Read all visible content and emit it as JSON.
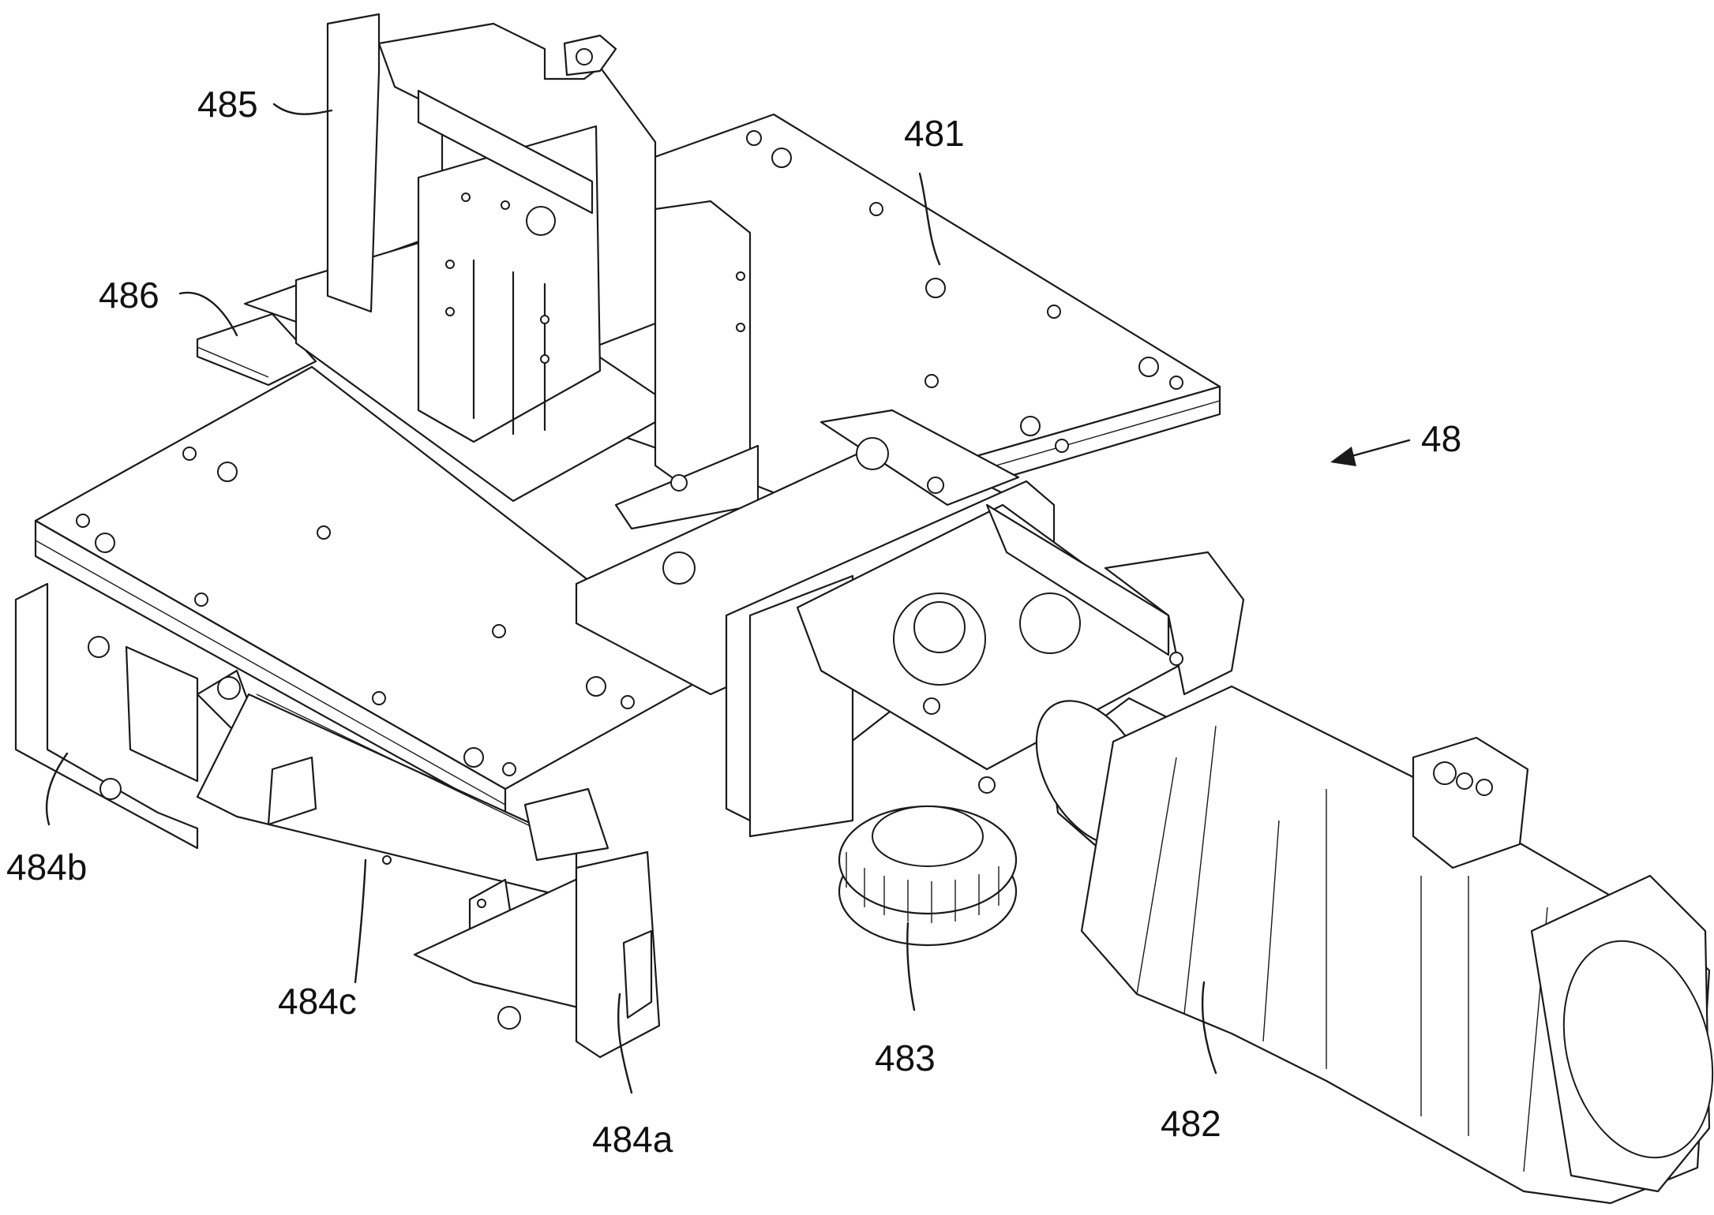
{
  "labels": {
    "l481": "481",
    "l482": "482",
    "l483": "483",
    "l484a": "484a",
    "l484b": "484b",
    "l484c": "484c",
    "l485": "485",
    "l486": "486",
    "l48": "48"
  },
  "colors": {
    "line": "#1a1a1a",
    "background": "#ffffff"
  }
}
